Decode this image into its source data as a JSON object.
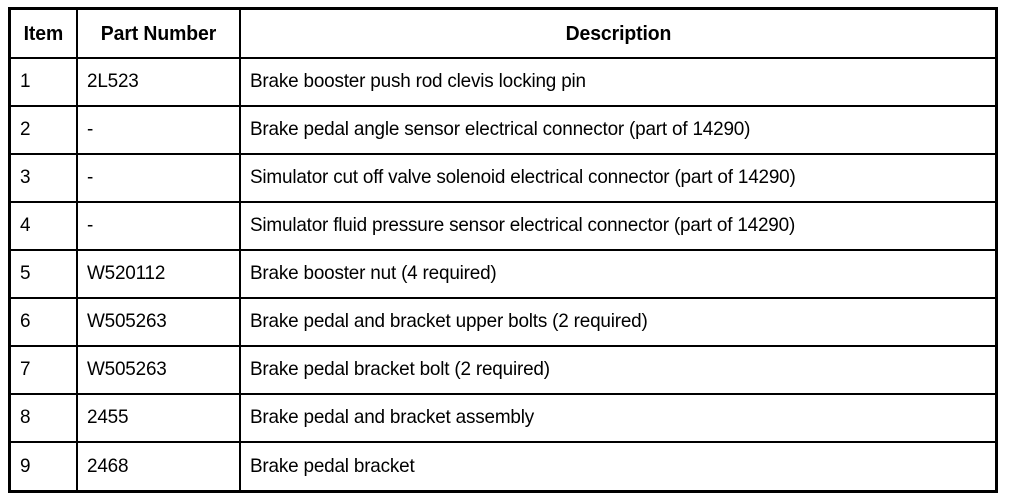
{
  "document": {
    "type": "parts-table",
    "background_color": "#ffffff",
    "text_color": "#000000",
    "border_color": "#000000"
  },
  "table": {
    "name": "brake-pedal-parts-list",
    "columns": [
      {
        "key": "item",
        "header": "Item"
      },
      {
        "key": "partnum",
        "header": "Part Number"
      },
      {
        "key": "desc",
        "header": "Description"
      }
    ],
    "rows": [
      {
        "item": "1",
        "partnum": "2L523",
        "desc": "Brake booster push rod clevis locking pin"
      },
      {
        "item": "2",
        "partnum": "-",
        "desc": "Brake pedal angle sensor electrical connector (part of 14290)"
      },
      {
        "item": "3",
        "partnum": "-",
        "desc": "Simulator cut off valve solenoid electrical connector (part of 14290)"
      },
      {
        "item": "4",
        "partnum": "-",
        "desc": "Simulator fluid pressure sensor electrical connector (part of 14290)"
      },
      {
        "item": "5",
        "partnum": "W520112",
        "desc": "Brake booster nut (4 required)"
      },
      {
        "item": "6",
        "partnum": "W505263",
        "desc": "Brake pedal and bracket upper bolts (2 required)"
      },
      {
        "item": "7",
        "partnum": "W505263",
        "desc": "Brake pedal bracket bolt (2 required)"
      },
      {
        "item": "8",
        "partnum": "2455",
        "desc": "Brake pedal and bracket assembly"
      },
      {
        "item": "9",
        "partnum": "2468",
        "desc": "Brake pedal bracket"
      }
    ]
  }
}
